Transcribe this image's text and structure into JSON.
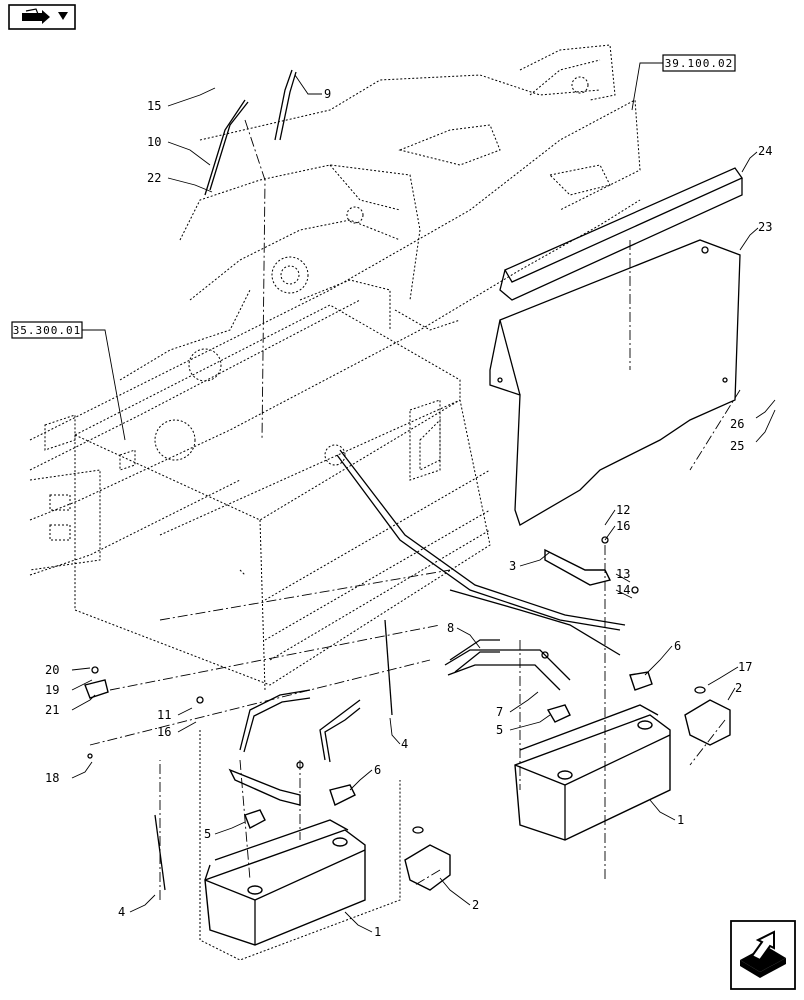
{
  "references": {
    "top_right": "39.100.02",
    "left": "35.300.01"
  },
  "callouts": [
    {
      "id": "c15",
      "text": "15"
    },
    {
      "id": "c9",
      "text": "9"
    },
    {
      "id": "c10",
      "text": "10"
    },
    {
      "id": "c22",
      "text": "22"
    },
    {
      "id": "c24",
      "text": "24"
    },
    {
      "id": "c23",
      "text": "23"
    },
    {
      "id": "c26",
      "text": "26"
    },
    {
      "id": "c25",
      "text": "25"
    },
    {
      "id": "c12",
      "text": "12"
    },
    {
      "id": "c16a",
      "text": "16"
    },
    {
      "id": "c3",
      "text": "3"
    },
    {
      "id": "c13",
      "text": "13"
    },
    {
      "id": "c14",
      "text": "14"
    },
    {
      "id": "c8",
      "text": "8"
    },
    {
      "id": "c6a",
      "text": "6"
    },
    {
      "id": "c17",
      "text": "17"
    },
    {
      "id": "c2a",
      "text": "2"
    },
    {
      "id": "c7",
      "text": "7"
    },
    {
      "id": "c5a",
      "text": "5"
    },
    {
      "id": "c4a",
      "text": "4"
    },
    {
      "id": "c20",
      "text": "20"
    },
    {
      "id": "c19",
      "text": "19"
    },
    {
      "id": "c21",
      "text": "21"
    },
    {
      "id": "c11",
      "text": "11"
    },
    {
      "id": "c16b",
      "text": "16"
    },
    {
      "id": "c18",
      "text": "18"
    },
    {
      "id": "c6b",
      "text": "6"
    },
    {
      "id": "c5b",
      "text": "5"
    },
    {
      "id": "c1a",
      "text": "1"
    },
    {
      "id": "c4b",
      "text": "4"
    },
    {
      "id": "c2b",
      "text": "2"
    },
    {
      "id": "c1b",
      "text": "1"
    }
  ],
  "icons": {
    "top_left": "book-arrow-icon",
    "bottom_right": "next-page-arrow-icon"
  }
}
